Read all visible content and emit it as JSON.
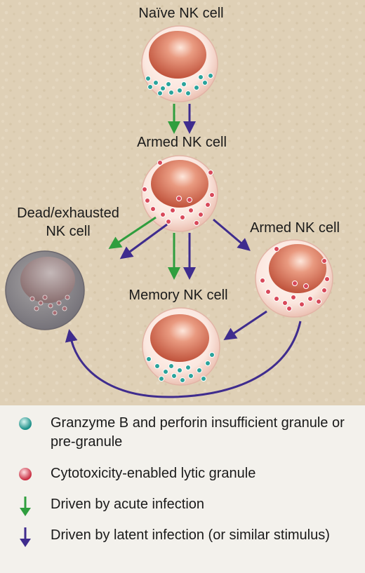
{
  "cells": {
    "naive": "Naïve NK cell",
    "armed_top": "Armed NK cell",
    "dead_line1": "Dead/exhausted",
    "dead_line2": "NK cell",
    "armed_right": "Armed NK cell",
    "memory": "Memory NK cell"
  },
  "legend": {
    "items": [
      {
        "symbol": "teal-granule-icon",
        "text": "Granzyme B and perforin insufficient granule or pre-granule"
      },
      {
        "symbol": "red-granule-icon",
        "text": "Cytotoxicity-enabled lytic granule"
      },
      {
        "symbol": "green-arrow-icon",
        "text": "Driven by acute infection"
      },
      {
        "symbol": "purple-arrow-icon",
        "text": "Driven by latent infection (or similar stimulus)"
      }
    ]
  },
  "colors": {
    "background": "#dfd0b6",
    "acute_arrow": "#2f9e3e",
    "latent_arrow": "#3f2c8e",
    "teal_granule": "#2aa39b",
    "red_granule": "#d8495a",
    "nucleus": "#d9725a",
    "dead_cell": "#8f8c8c"
  }
}
